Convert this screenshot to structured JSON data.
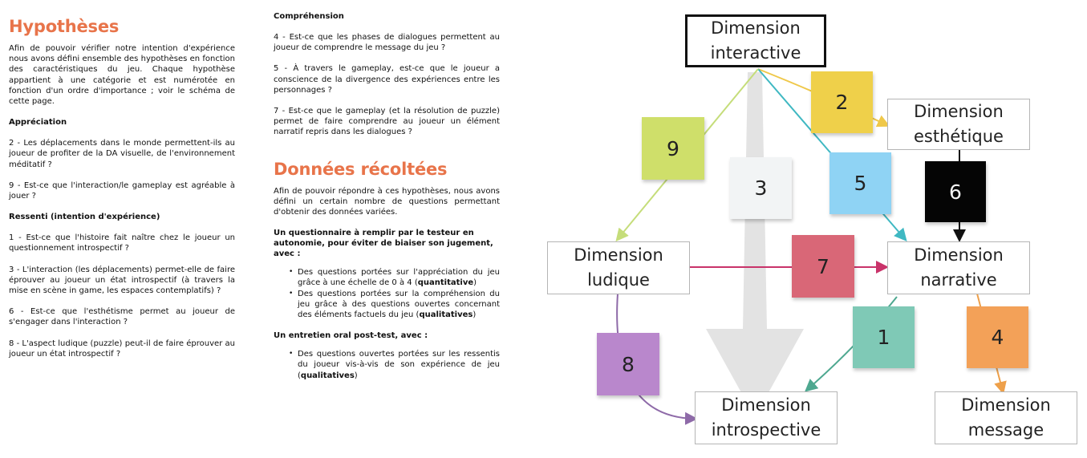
{
  "hypotheses": {
    "title": "Hypothèses",
    "intro": "Afin de pouvoir vérifier notre intention d'expérience nous avons défini ensemble des hypothèses en fonction des caractéristiques du jeu. Chaque hypothèse appartient à une catégorie et est numérotée en fonction d'un ordre d'importance ; voir le schéma de cette page.",
    "appreciation": {
      "heading": "Appréciation",
      "items": [
        "2 - Les déplacements dans le monde permettent-ils au joueur de profiter de la DA visuelle, de l'environnement méditatif ?",
        "9 - Est-ce que l'interaction/le gameplay est agréable à jouer ?"
      ]
    },
    "ressenti": {
      "heading": "Ressenti (intention d'expérience)",
      "items": [
        "1 - Est-ce que l'histoire fait naître chez le joueur un questionnement introspectif ?",
        "3 - L'interaction (les déplacements) permet-elle de faire éprouver au joueur un état introspectif (à travers la mise en scène in game, les espaces contemplatifs) ?",
        "6 - Est-ce que l'esthétisme permet au joueur de s'engager dans l'interaction ?",
        "8 - L'aspect ludique (puzzle) peut-il de faire éprouver au joueur un état introspectif ?"
      ]
    },
    "comprehension": {
      "heading": "Compréhension",
      "items": [
        "4 - Est-ce que les phases de dialogues permettent au joueur de comprendre le message du jeu ?",
        "5 - À travers le gameplay, est-ce que le joueur a conscience de la divergence des expériences entre les personnages ?",
        "7 - Est-ce que le gameplay (et la résolution de puzzle) permet de faire comprendre au joueur un élément narratif repris dans les dialogues ?"
      ]
    }
  },
  "donnees": {
    "title": "Données récoltées",
    "intro": "Afin de pouvoir répondre à ces hypothèses, nous avons défini un certain nombre de questions permettant d'obtenir des données variées.",
    "questionnaire": {
      "heading": "Un questionnaire à remplir par le testeur en autonomie, pour éviter de biaiser son jugement, avec :",
      "bullets": [
        {
          "text": "Des questions portées sur l'appréciation du jeu grâce à une échelle de 0 à 4 (",
          "bold": "quantitative",
          "end": ")"
        },
        {
          "text": "Des questions portées sur la compréhension du jeu grâce à des questions ouvertes concernant des éléments factuels du jeu (",
          "bold": "qualitatives",
          "end": ")"
        }
      ]
    },
    "entretien": {
      "heading": "Un entretien oral post-test, avec :",
      "bullets": [
        {
          "text": "Des questions ouvertes portées sur les ressentis du joueur vis-à-vis de son expérience de jeu (",
          "bold": "qualitatives",
          "end": ")"
        }
      ]
    }
  },
  "diagram": {
    "nodes": {
      "interactive": [
        "Dimension",
        "interactive"
      ],
      "esthetique": [
        "Dimension",
        "esthétique"
      ],
      "ludique": [
        "Dimension",
        "ludique"
      ],
      "narrative": [
        "Dimension",
        "narrative"
      ],
      "introspective": [
        "Dimension",
        "introspective"
      ],
      "message": [
        "Dimension",
        "message"
      ]
    },
    "stickies": {
      "s1": "1",
      "s2": "2",
      "s3": "3",
      "s4": "4",
      "s5": "5",
      "s6": "6",
      "s7": "7",
      "s8": "8",
      "s9": "9"
    },
    "colors": {
      "s1": "#7fc9b6",
      "s2": "#efd04a",
      "s3": "#f2f4f5",
      "s4": "#f3a158",
      "s5": "#8fd3f4",
      "s6": "#050505",
      "s7": "#d96777",
      "s8": "#b987cc",
      "s9": "#cfdf6a",
      "accent": "#e8744a"
    }
  }
}
